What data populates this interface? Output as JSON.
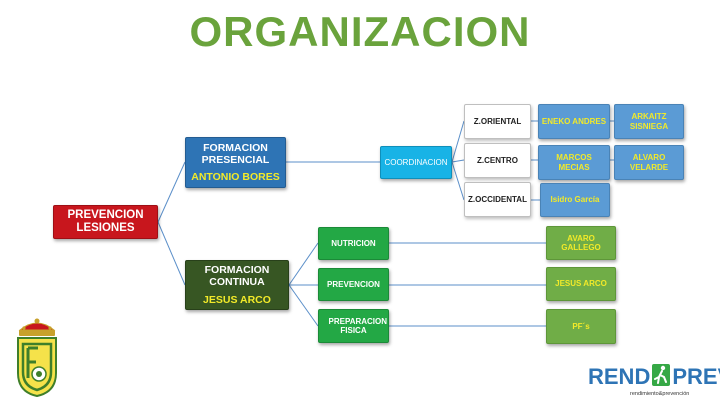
{
  "title": "ORGANIZACION",
  "root": {
    "label": "PREVENCION LESIONES"
  },
  "branch_presencial": {
    "label": "FORMACION PRESENCIAL",
    "lead": "ANTONIO BORES"
  },
  "branch_continua": {
    "label": "FORMACION CONTINUA",
    "lead": "JESUS ARCO"
  },
  "coordinacion": {
    "label": "COORDINACION"
  },
  "zones": [
    {
      "label": "Z.ORIENTAL",
      "people": [
        "ENEKO ANDRES",
        "ARKAITZ SISNIEGA"
      ]
    },
    {
      "label": "Z.CENTRO",
      "people": [
        "MARCOS MECIAS",
        "ALVARO VELARDE"
      ]
    },
    {
      "label": "Z.OCCIDENTAL",
      "people": [
        "Isidro García"
      ]
    }
  ],
  "areas": [
    {
      "label": "NUTRICION",
      "owner": "AVARO GALLEGO"
    },
    {
      "label": "PREVENCION",
      "owner": "JESUS ARCO"
    },
    {
      "label": "PREPARACION FISICA",
      "owner": "PF´s"
    }
  ],
  "logo": {
    "brand_left": "REND",
    "brand_right": "PREV",
    "tagline": "rendimiento&prevención"
  },
  "colors": {
    "title": "#6aa33c",
    "root": "#c8161d",
    "presencial": "#2e74b5",
    "continua": "#375623",
    "accent_text": "#f2ea29",
    "connector": "#5b8fc9"
  }
}
